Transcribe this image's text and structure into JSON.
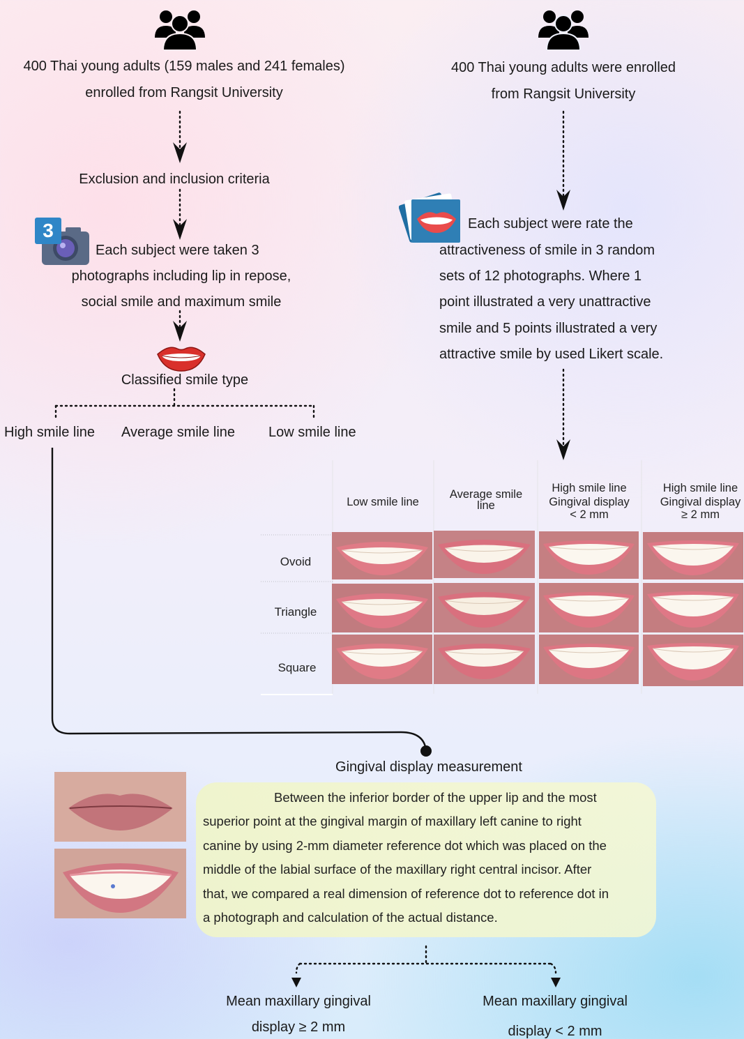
{
  "left_flow": {
    "enrollment_line1": "400 Thai young adults (159 males and 241 females)",
    "enrollment_line2": "enrolled from Rangsit University",
    "criteria": "Exclusion and inclusion criteria",
    "camera_badge": "3",
    "photos_line1": "Each subject were taken 3",
    "photos_line2": "photographs including lip in repose,",
    "photos_line3": "social smile and maximum smile",
    "classified": "Classified smile type",
    "types": [
      "High smile line",
      "Average smile line",
      "Low smile line"
    ]
  },
  "right_flow": {
    "enrollment_line1": "400 Thai young adults were enrolled",
    "enrollment_line2": "from Rangsit University",
    "rating_lines": [
      "Each subject were rate the",
      "attractiveness of smile in 3 random",
      "sets of 12 photographs. Where 1",
      "point illustrated a very unattractive",
      "smile and 5 points illustrated a very",
      "attractive smile by used Likert scale."
    ]
  },
  "photo_grid": {
    "columns": [
      [
        "Low smile line"
      ],
      [
        "Average smile",
        "line"
      ],
      [
        "High smile line",
        "Gingival display",
        "< 2 mm"
      ],
      [
        "High smile line",
        "Gingival display",
        "≥ 2 mm"
      ]
    ],
    "rows": [
      "Ovoid",
      "Triangle",
      "Square"
    ]
  },
  "measurement": {
    "title": "Gingival display measurement",
    "description_lines": [
      "Between the inferior border of the upper lip and the most",
      "superior point at the gingival margin of maxillary left canine to right",
      "canine by using 2-mm diameter reference dot which was placed on the",
      "middle of the labial surface of the maxillary right central incisor.  After",
      "that, we compared a real dimension of reference dot to reference dot in",
      "a photograph and calculation of the actual distance."
    ]
  },
  "outcomes": {
    "left_line1": "Mean maxillary gingival",
    "left_line2": "display ≥ 2 mm",
    "right_line1": "Mean maxillary gingival",
    "right_line2": "display < 2 mm"
  },
  "icons": [
    "people-icon",
    "camera-icon",
    "lips-icon",
    "photo-stack-icon",
    "arrowhead-icon"
  ],
  "colors": {
    "lip": "#d9302b",
    "teeth": "#ffffff",
    "callout": "#f2f5cc",
    "photo_bg": "#c47d80",
    "camera": "#2f86c7"
  }
}
